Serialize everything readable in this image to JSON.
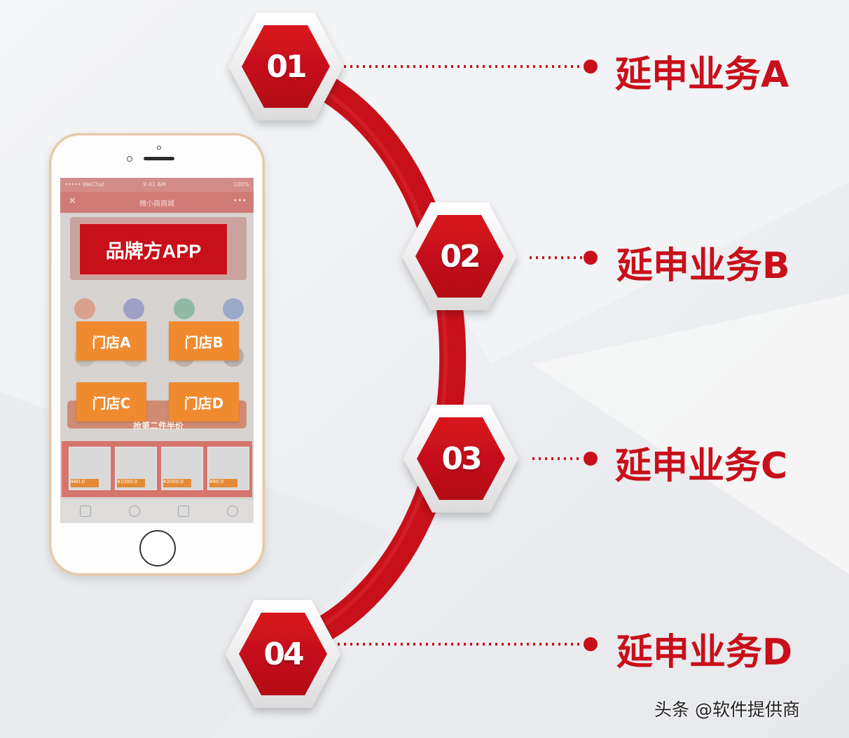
{
  "phone": {
    "status_carrier": "••••• WeChat",
    "status_time": "9:41 AM",
    "status_battery": "100%",
    "nav_title": "微小商商城",
    "nav_close": "✕",
    "nav_more": "•••",
    "brand_label": "品牌方APP",
    "stores": [
      "门店A",
      "门店B",
      "门店C",
      "门店D"
    ],
    "promo_text": "抢第二件半价",
    "prices": [
      "¥80.0",
      "¥1000.0",
      "¥2000.0",
      "¥80.0"
    ]
  },
  "steps": [
    {
      "number": "01",
      "label": "延申业务A"
    },
    {
      "number": "02",
      "label": "延申业务B"
    },
    {
      "number": "03",
      "label": "延申业务C"
    },
    {
      "number": "04",
      "label": "延申业务D"
    }
  ],
  "colors": {
    "accent": "#c8101a",
    "store": "#f08a2f",
    "phone_frame": "#e4c9a6"
  },
  "watermark": "头条 @软件提供商"
}
